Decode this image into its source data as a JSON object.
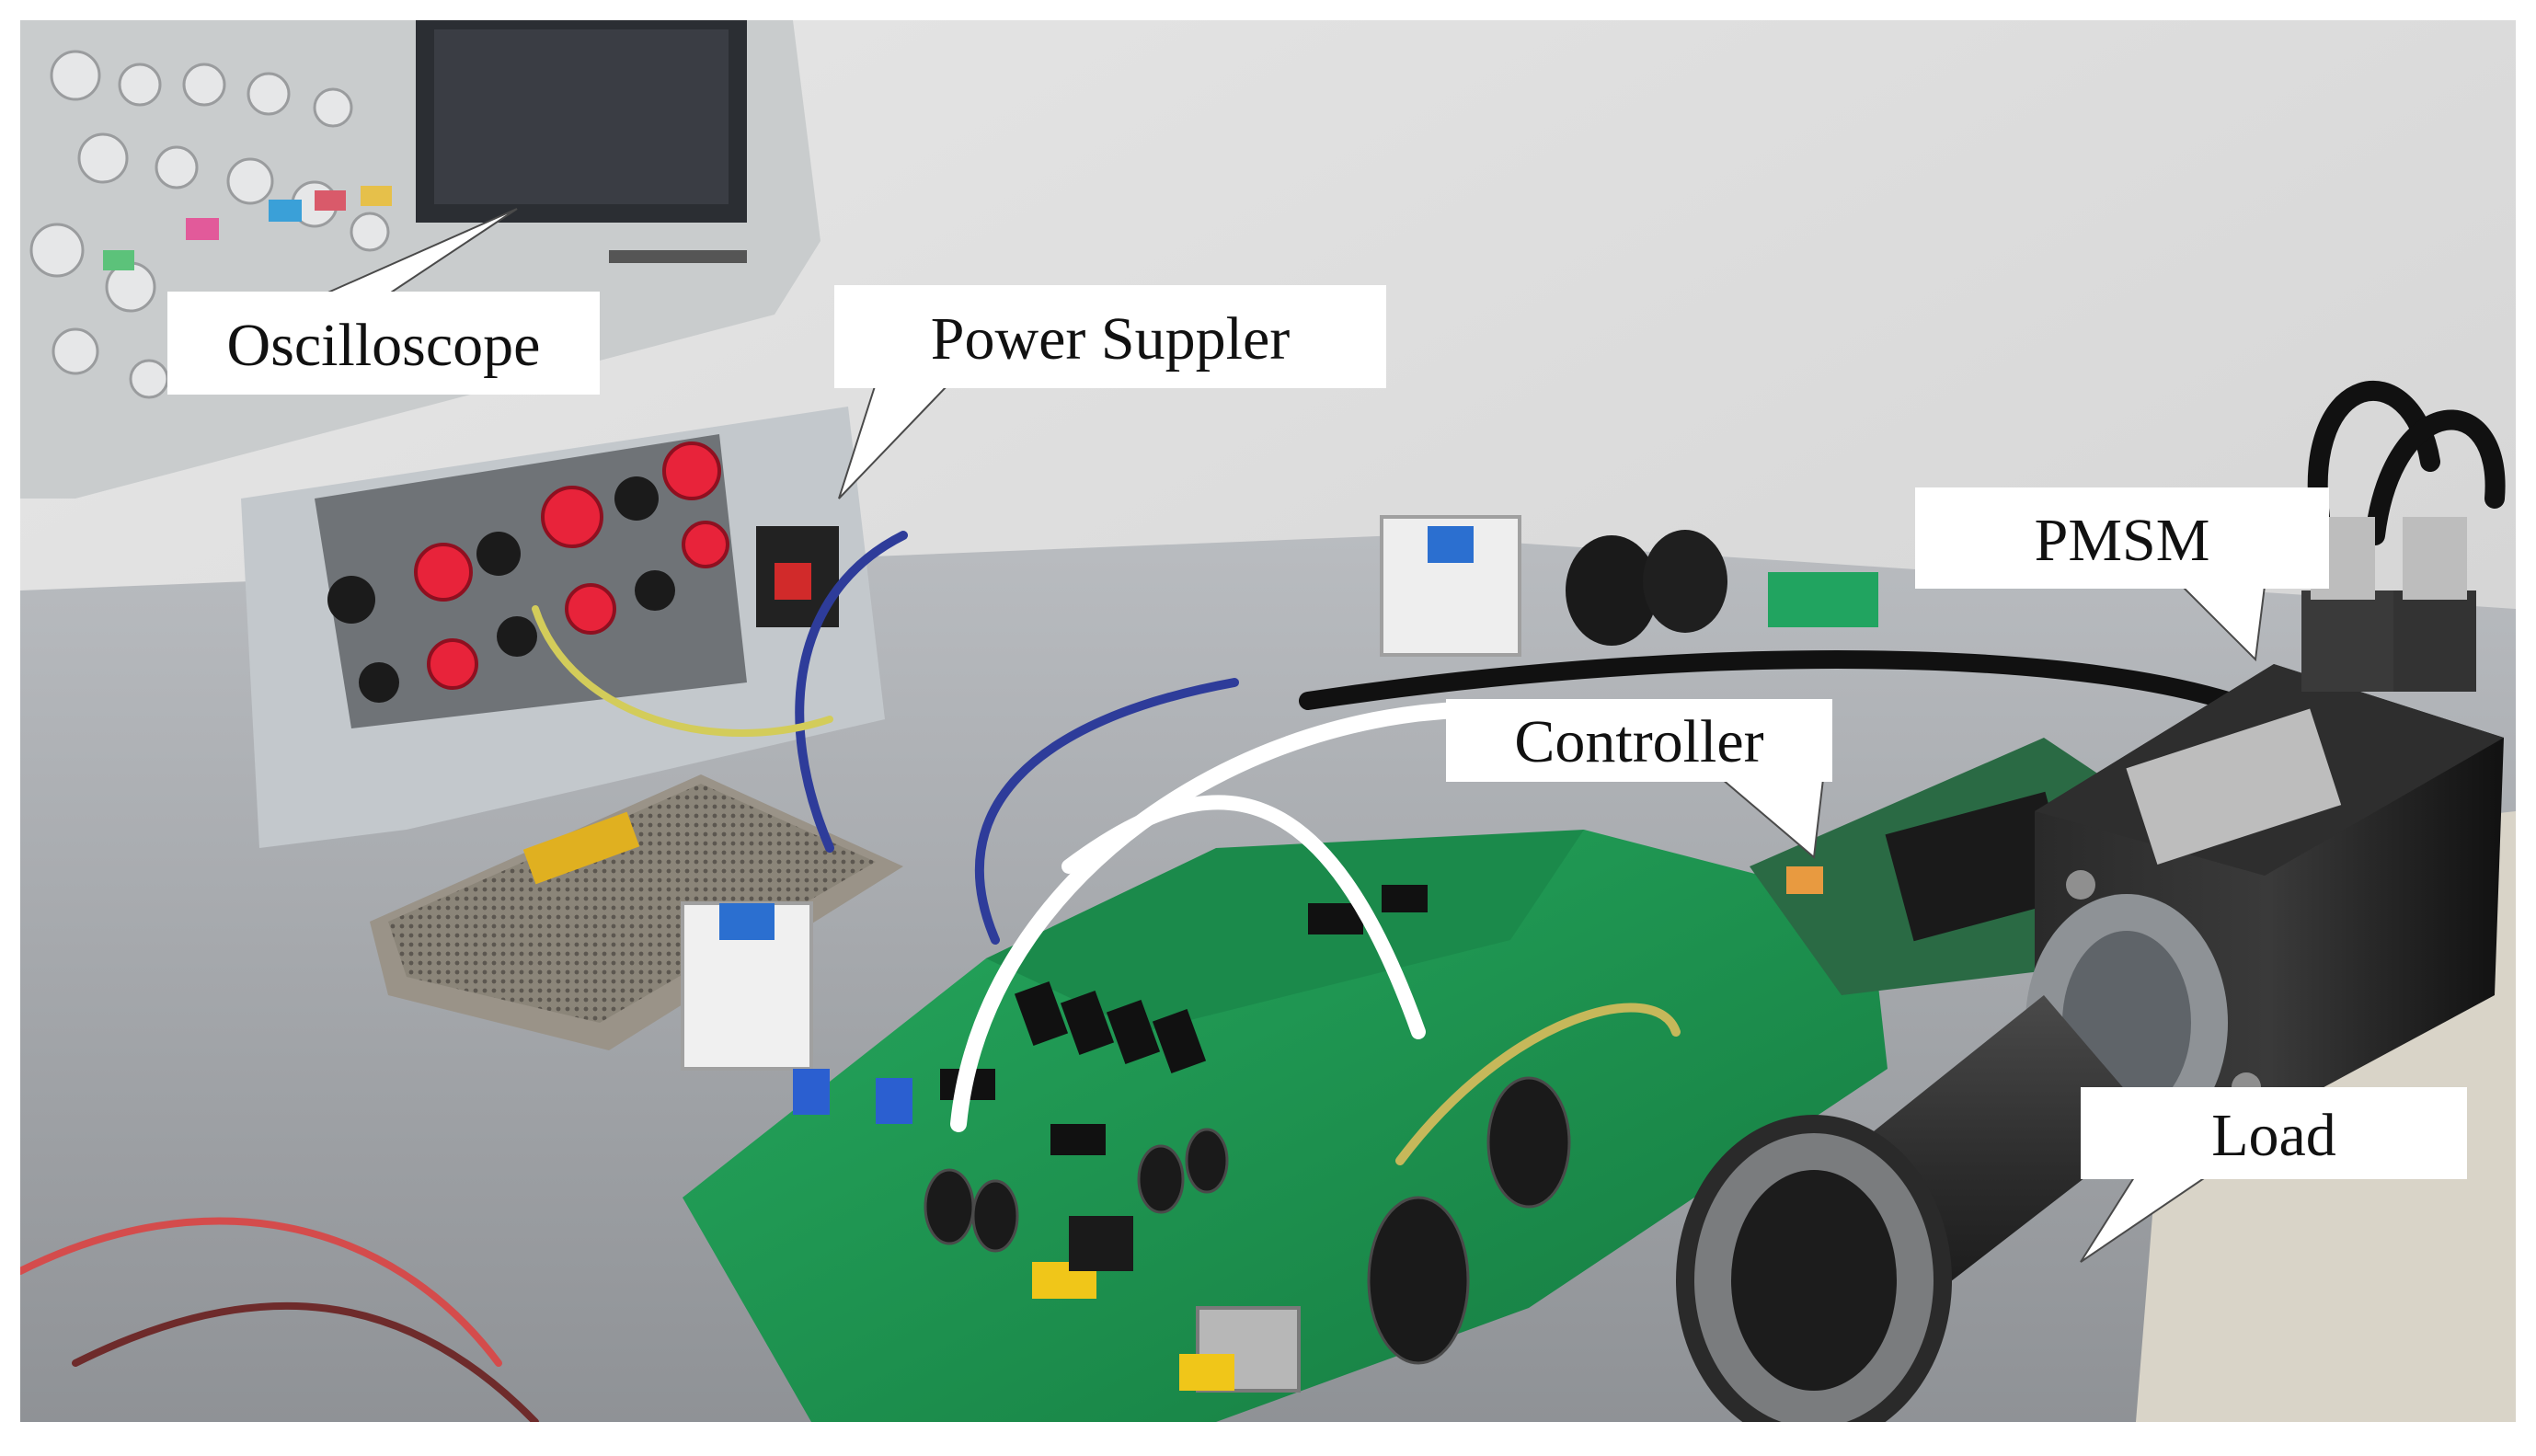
{
  "labels": {
    "oscilloscope": "Oscilloscope",
    "power_supplier": "Power Suppler",
    "pmsm": "PMSM",
    "controller": "Controller",
    "load": "Load"
  },
  "colors": {
    "wall": "#dcdcdc",
    "pcb_green": "#1f9a54",
    "motor_black": "#1a1a1a",
    "terminal_red": "#e8233a",
    "label_fill": "#ffffff"
  }
}
